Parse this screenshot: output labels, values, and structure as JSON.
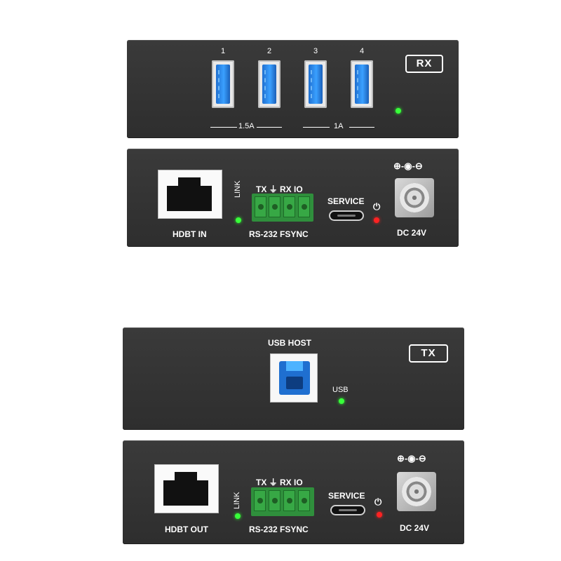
{
  "rx_top": {
    "ports": [
      "1",
      "2",
      "3",
      "4"
    ],
    "badge": "RX",
    "current_a": "1.5A",
    "current_b": "1A"
  },
  "rx_bottom": {
    "hdbt_label": "HDBT IN",
    "link": "LINK",
    "term_top": "TX ⏚ RX IO",
    "term_bottom": "RS-232  FSYNC",
    "service": "SERVICE",
    "power": "⏻",
    "dc_symbol": "⊕-◉-⊖",
    "dc_label": "DC 24V"
  },
  "tx_top": {
    "usb_host": "USB HOST",
    "badge": "TX",
    "usb": "USB"
  },
  "tx_bottom": {
    "hdbt_label": "HDBT OUT",
    "link": "LINK",
    "term_top": "TX ⏚ RX IO",
    "term_bottom": "RS-232  FSYNC",
    "service": "SERVICE",
    "power": "⏻",
    "dc_symbol": "⊕-◉-⊖",
    "dc_label": "DC 24V"
  },
  "colors": {
    "panel": "#333333",
    "usb_blue": "#2f8ef0",
    "terminal_green": "#37a845",
    "led_green": "#38ff3a",
    "led_red": "#ff2222"
  }
}
